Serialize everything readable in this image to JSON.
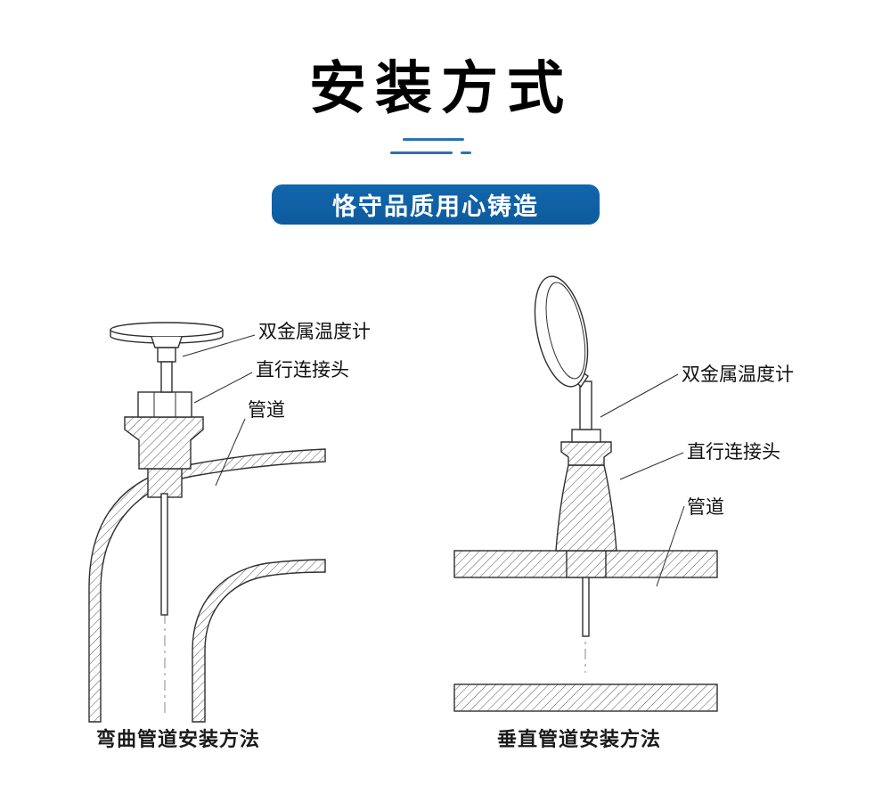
{
  "colors": {
    "accent_blue": "#1266ad",
    "divider_blue": "#2e6fb2"
  },
  "header": {
    "title": "安装方式",
    "badge_text": "恪守品质用心铸造"
  },
  "diagram_left": {
    "caption": "弯曲管道安装方法",
    "labels": {
      "thermometer": "双金属温度计",
      "connector": "直行连接头",
      "pipe": "管道"
    }
  },
  "diagram_right": {
    "caption": "垂直管道安装方法",
    "labels": {
      "thermometer": "双金属温度计",
      "connector": "直行连接头",
      "pipe": "管道"
    }
  }
}
